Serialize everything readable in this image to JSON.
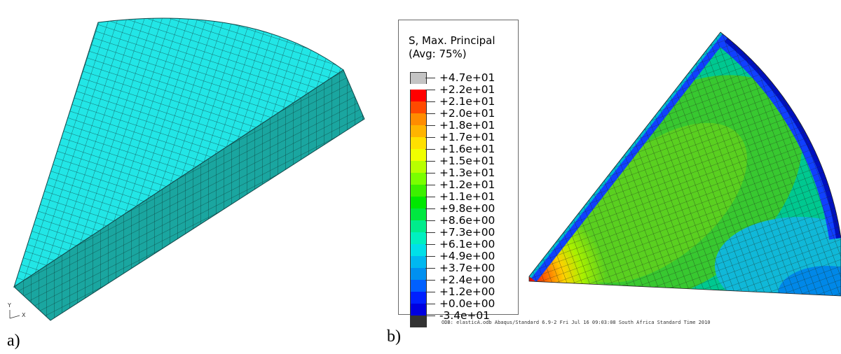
{
  "panel_a": {
    "label": "a)",
    "top_color": "#22e6e6",
    "side_color": "#1aa6a0",
    "mesh_color": "#12484a",
    "triad": {
      "y": "Y",
      "x": "X"
    }
  },
  "panel_b": {
    "label": "b)",
    "legend": {
      "title_line1": "S, Max. Principal",
      "title_line2": "(Avg: 75%)",
      "entries": [
        {
          "label": "+4.7e+01",
          "color": "#c4c4c4"
        },
        {
          "label": "+2.2e+01",
          "color": "#ff0000"
        },
        {
          "label": "+2.1e+01",
          "color": "#ff4a00"
        },
        {
          "label": "+2.0e+01",
          "color": "#ff8c00"
        },
        {
          "label": "+1.8e+01",
          "color": "#ffb400"
        },
        {
          "label": "+1.7e+01",
          "color": "#ffe000"
        },
        {
          "label": "+1.6e+01",
          "color": "#f0ff00"
        },
        {
          "label": "+1.5e+01",
          "color": "#b8ff00"
        },
        {
          "label": "+1.3e+01",
          "color": "#7aff00"
        },
        {
          "label": "+1.2e+01",
          "color": "#3cf000"
        },
        {
          "label": "+1.1e+01",
          "color": "#00e800"
        },
        {
          "label": "+9.8e+00",
          "color": "#00e840"
        },
        {
          "label": "+8.6e+00",
          "color": "#00ec8c"
        },
        {
          "label": "+7.3e+00",
          "color": "#00f0c0"
        },
        {
          "label": "+6.1e+00",
          "color": "#00e0e8"
        },
        {
          "label": "+4.9e+00",
          "color": "#00b8f0"
        },
        {
          "label": "+3.7e+00",
          "color": "#0090f0"
        },
        {
          "label": "+2.4e+00",
          "color": "#0060ff"
        },
        {
          "label": "+1.2e+00",
          "color": "#0020ff"
        },
        {
          "label": "+0.0e+00",
          "color": "#0000e0"
        },
        {
          "label": "-3.4e+01",
          "color": "#333333"
        }
      ]
    },
    "footer": "ODB: elasticA.odb    Abaqus/Standard 6.9-2    Fri Jul 16 09:03:08 South Africa Standard Time 2010"
  }
}
